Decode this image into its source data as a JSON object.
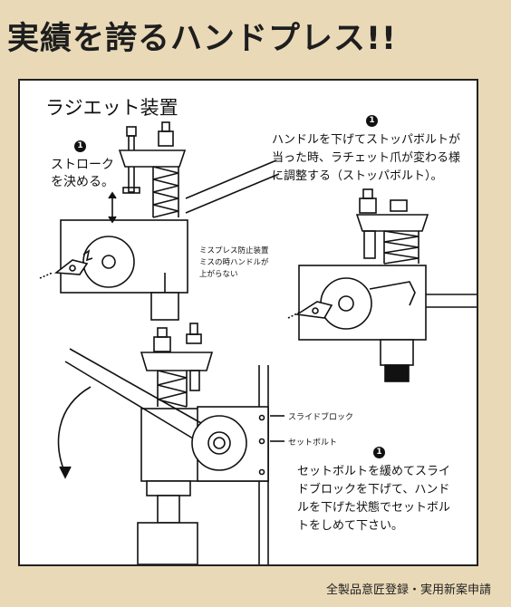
{
  "headline": "実績を誇るハンドプレス!!",
  "panel": {
    "title": "ラジエット装置",
    "bullet_number": "1",
    "note_stroke": {
      "lines": [
        "ストローク",
        "を決める。"
      ]
    },
    "note_stop_bolt": {
      "lines": [
        "ハンドルを下げてストッパボルトが",
        "当った時、ラチェット爪が変わる様",
        "に調整する（ストッパボルト）。"
      ]
    },
    "note_misspress": {
      "lines": [
        "ミスプレス防止装置",
        "ミスの時ハンドルが",
        "上がらない"
      ]
    },
    "label_slide_block": "スライドブロック",
    "label_set_bolt": "セットボルト",
    "note_set_bolt": {
      "lines": [
        "セットボルトを緩めてスライ",
        "ドブロックを下げて、ハンド",
        "ルを下げた状態でセットボル",
        "トをしめて下さい。"
      ]
    }
  },
  "footer": "全製品意匠登録・実用新案申請"
}
